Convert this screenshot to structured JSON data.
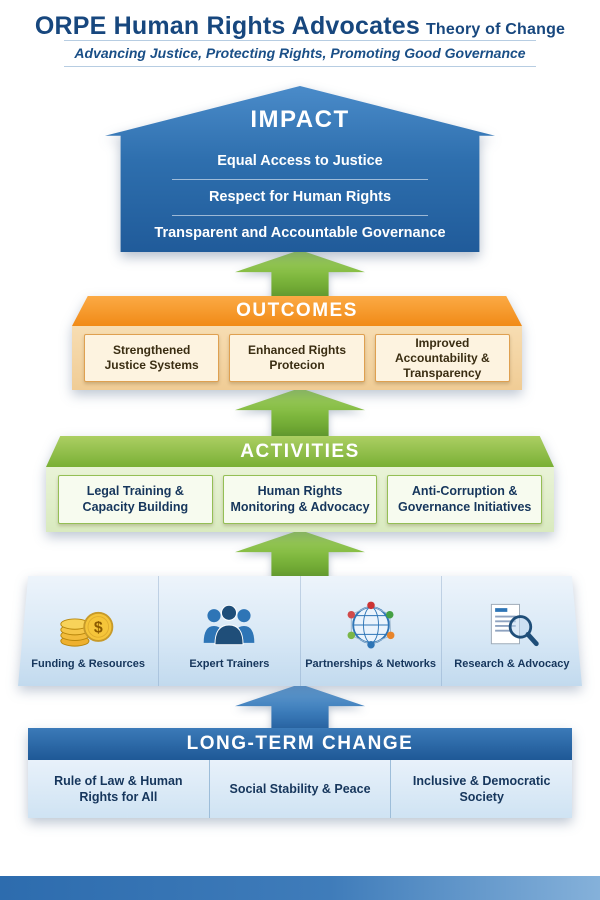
{
  "header": {
    "title": "ORPE Human Rights Advocates",
    "title_suffix": "Theory of Change",
    "subtitle": "Advancing Justice, Protecting Rights, Promoting Good Governance"
  },
  "impact": {
    "label": "IMPACT",
    "items": [
      "Equal Access to Justice",
      "Respect for Human Rights",
      "Transparent and Accountable Governance"
    ]
  },
  "outcomes": {
    "label": "OUTCOMES",
    "items": [
      "Strengthened Justice Systems",
      "Enhanced Rights Protecion",
      "Improved Accountability & Transparency"
    ]
  },
  "activities": {
    "label": "ACTIVITIES",
    "items": [
      "Legal Training & Capacity Building",
      "Human Rights Monitoring & Advocacy",
      "Anti-Corruption & Governance Initiatives"
    ]
  },
  "inputs": {
    "items": [
      {
        "label": "Funding & Resources",
        "icon": "coins-dollar-icon"
      },
      {
        "label": "Expert Trainers",
        "icon": "people-icon"
      },
      {
        "label": "Partnerships & Networks",
        "icon": "globe-network-icon"
      },
      {
        "label": "Research & Advocacy",
        "icon": "document-magnifier-icon"
      }
    ]
  },
  "long_term": {
    "label": "LONG-TERM CHANGE",
    "items": [
      "Rule of Law & Human Rights for All",
      "Social Stability & Peace",
      "Inclusive & Democratic Society"
    ]
  },
  "colors": {
    "primary_blue": "#205b9a",
    "orange": "#f18a16",
    "green": "#79af35",
    "light_blue_band": "#d8e8f6",
    "dark_navy_text": "#16365c"
  }
}
